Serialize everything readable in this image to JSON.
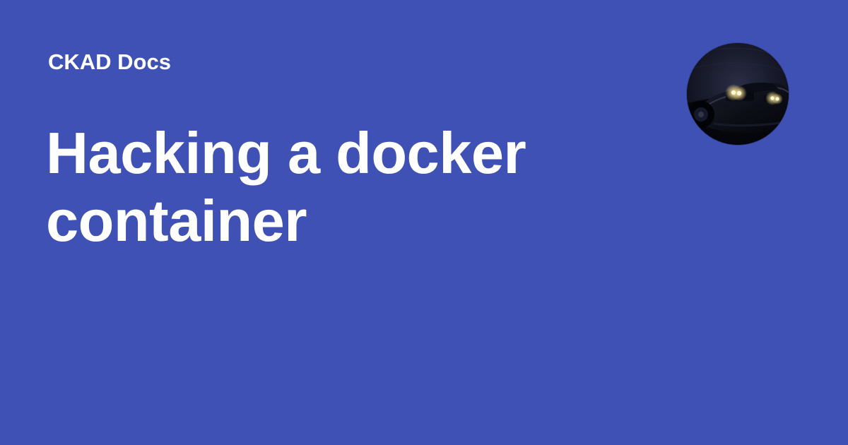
{
  "site": {
    "name": "CKAD Docs"
  },
  "page": {
    "title": "Hacking a docker container"
  },
  "avatar": {
    "icon": "car-photo-avatar"
  },
  "colors": {
    "background": "#3f51b5",
    "text": "#ffffff"
  }
}
